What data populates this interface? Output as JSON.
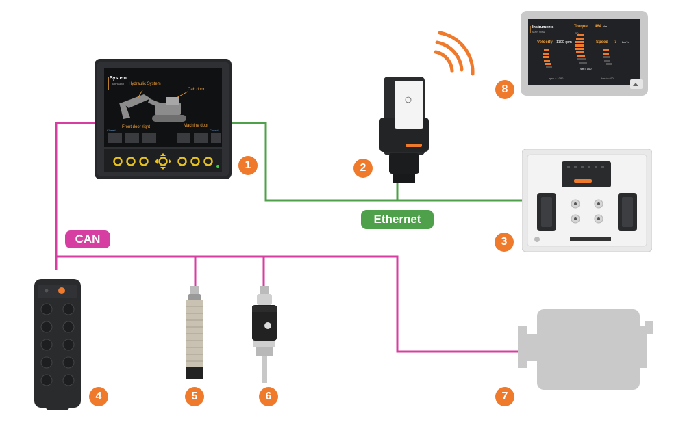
{
  "colors": {
    "can": "#d63fa1",
    "ethernet": "#4fa04a",
    "badge": "#f07a2c",
    "hmi_accent": "#f2a23a",
    "device_dark": "#2a2b2d",
    "gray_device": "#c9c9c9"
  },
  "labels": {
    "can": "CAN",
    "ethernet": "Ethernet"
  },
  "devices": [
    {
      "number": "1",
      "icon": "hmi-display-icon"
    },
    {
      "number": "2",
      "icon": "wireless-gateway-icon"
    },
    {
      "number": "3",
      "icon": "controller-module-icon"
    },
    {
      "number": "4",
      "icon": "io-module-icon"
    },
    {
      "number": "5",
      "icon": "inductive-sensor-icon"
    },
    {
      "number": "6",
      "icon": "encoder-icon"
    },
    {
      "number": "7",
      "icon": "engine-icon"
    },
    {
      "number": "8",
      "icon": "tablet-icon"
    }
  ],
  "hmi_screen": {
    "title": "System",
    "subtitle": "Overview",
    "hydraulic": "Hydraulic System",
    "cab_door": "Cab door",
    "front_door": "Front door right",
    "machine_door": "Machine door",
    "close_left": "Closed",
    "close_right": "Closed"
  },
  "tablet_screen": {
    "title": "Instruments",
    "subtitle": "Main View",
    "velocity_label": "Velocity",
    "velocity_value": "1100 rpm",
    "torque_label": "Torque",
    "torque_value": "464",
    "torque_unit": "Nm",
    "speed_label": "Speed",
    "speed_value": "7",
    "speed_unit": "km/ h",
    "gauge_max": "50",
    "rpm_note": "rpm = 1080",
    "nm_note": "Nm = 100",
    "kmh_note": "km/h = 90"
  }
}
